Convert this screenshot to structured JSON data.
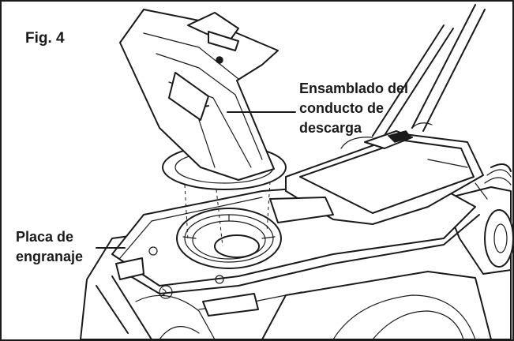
{
  "figure": {
    "label": "Fig. 4"
  },
  "callouts": {
    "chute_assembly": [
      "Ensamblado del",
      "conducto de",
      "descarga"
    ],
    "gear_plate": [
      "Placa de",
      "engranaje"
    ]
  },
  "colors": {
    "ink": "#1a1a1a",
    "paper": "#ffffff"
  }
}
